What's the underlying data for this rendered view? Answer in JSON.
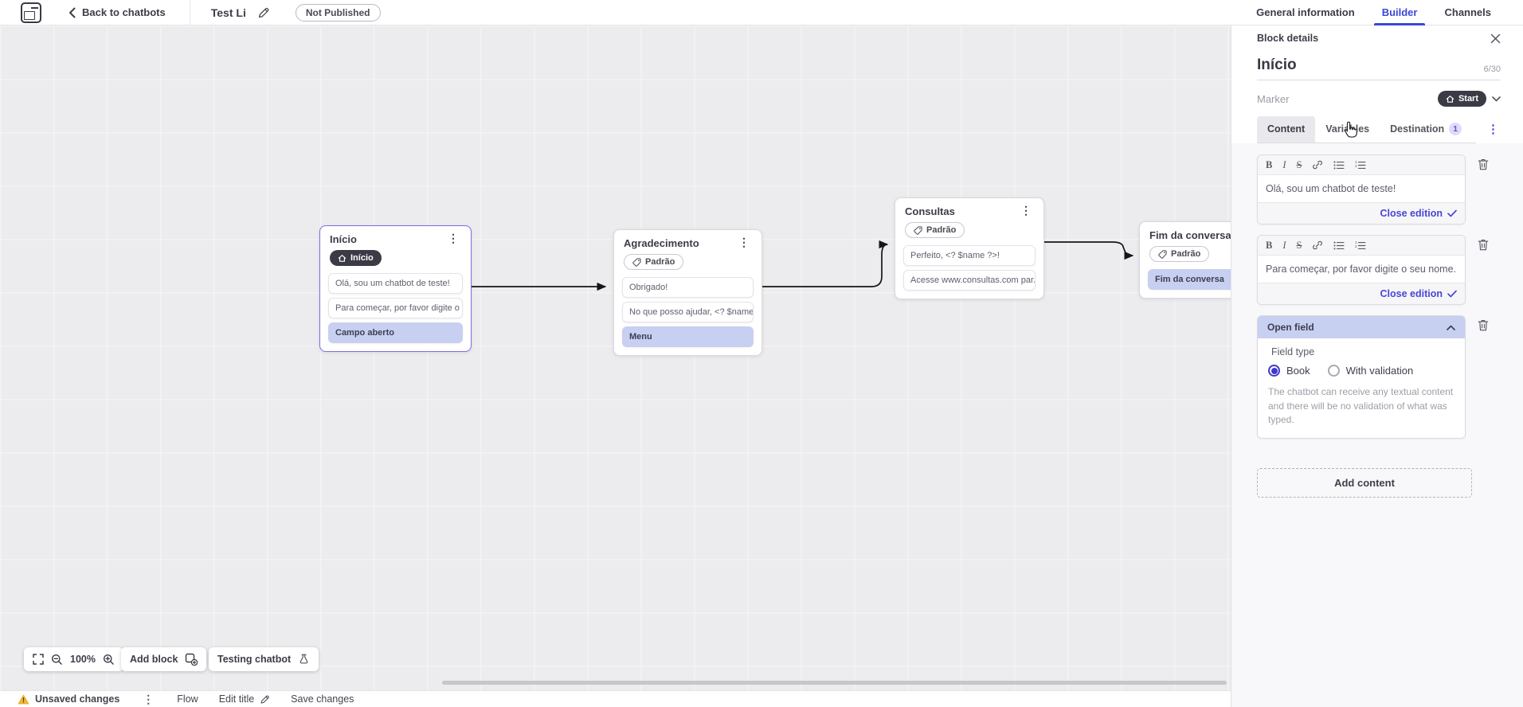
{
  "topbar": {
    "back_label": "Back to chatbots",
    "flow_title": "Test Li",
    "status_badge": "Not Published",
    "tabs": [
      {
        "label": "General information"
      },
      {
        "label": "Builder"
      },
      {
        "label": "Channels"
      }
    ]
  },
  "panel": {
    "header": "Block details",
    "block_name": "Início",
    "char_count": "6/30",
    "marker_label": "Marker",
    "marker_value": "Start",
    "tabs": {
      "content": "Content",
      "variables": "Variables",
      "destination": "Destination",
      "destination_badge": "1"
    },
    "editors": [
      {
        "text": "Olá, sou um chatbot de teste!",
        "action": "Close edition"
      },
      {
        "text": "Para começar, por favor digite o seu nome.",
        "action": "Close edition"
      }
    ],
    "open_field": {
      "title": "Open field",
      "field_type_label": "Field type",
      "option_book": "Book",
      "option_validation": "With validation",
      "description": "The chatbot can receive any textual content and there will be no validation of what was typed."
    },
    "add_content_label": "Add content"
  },
  "canvas": {
    "nodes": [
      {
        "title": "Início",
        "badge": "Início",
        "rows": [
          {
            "text": "Olá, sou um chatbot de teste!"
          },
          {
            "text": "Para começar, por favor digite o ..."
          },
          {
            "text": "Campo aberto"
          }
        ]
      },
      {
        "title": "Agradecimento",
        "badge": "Padrão",
        "rows": [
          {
            "text": "Obrigado!"
          },
          {
            "text": "No que posso ajudar, <? $name ..."
          },
          {
            "text": "Menu"
          }
        ]
      },
      {
        "title": "Consultas",
        "badge": "Padrão",
        "rows": [
          {
            "text": "Perfeito, <? $name ?>!"
          },
          {
            "text": "Acesse www.consultas.com par..."
          }
        ]
      },
      {
        "title": "Fim da conversa",
        "badge": "Padrão",
        "rows": [
          {
            "text": "Fim da conversa"
          }
        ]
      }
    ]
  },
  "controls": {
    "zoom_level": "100%",
    "add_block": "Add block",
    "testing_chatbot": "Testing chatbot"
  },
  "statusbar": {
    "unsaved": "Unsaved changes",
    "flow": "Flow",
    "edit_title": "Edit title",
    "save": "Save changes"
  },
  "colors": {
    "accent": "#4a45d6",
    "active_tab": "#3b47d6",
    "selected_node_border": "#7b6fe6",
    "highlight_row": "#c7d0f1",
    "dark_pill": "#3b3b46",
    "warning": "#f4b62a"
  }
}
